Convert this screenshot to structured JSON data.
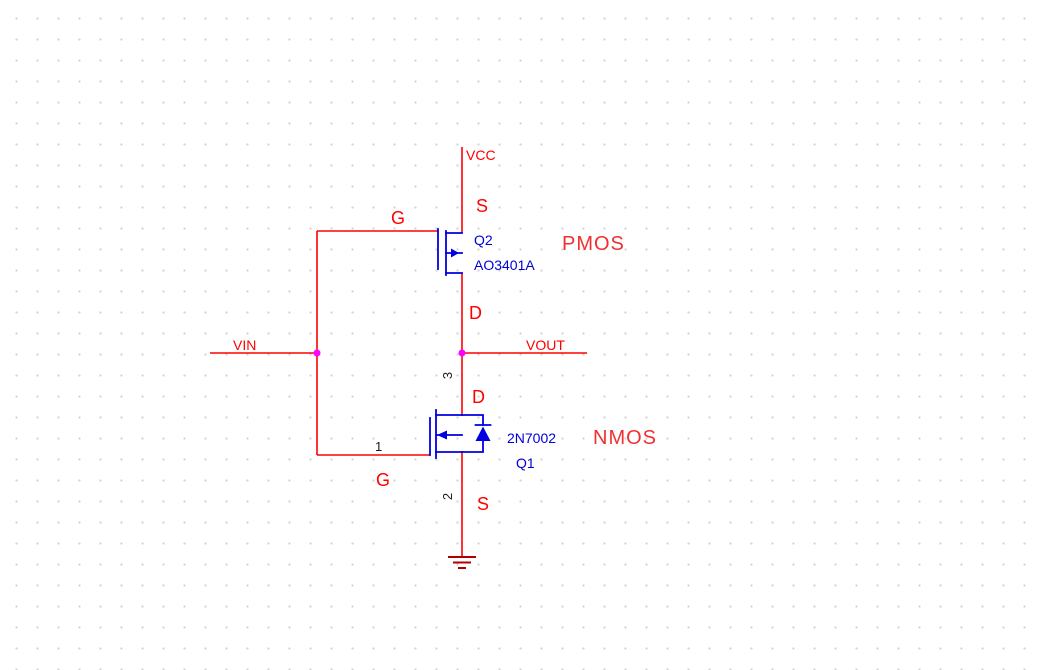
{
  "diagram": {
    "kind": "circuit-schematic",
    "nets": {
      "vcc": "VCC",
      "vin": "VIN",
      "vout": "VOUT"
    },
    "components": [
      {
        "refdes": "Q2",
        "part": "AO3401A",
        "type": "PMOS",
        "pins": {
          "source": "S",
          "gate": "G",
          "drain": "D"
        }
      },
      {
        "refdes": "Q1",
        "part": "2N7002",
        "type": "NMOS",
        "pins": {
          "drain": "D",
          "gate": "G",
          "source": "S"
        },
        "pin_numbers": {
          "gate": "1",
          "source": "2",
          "drain": "3"
        }
      }
    ],
    "colors": {
      "wire": "#ff0000",
      "symbol": "#0000e0",
      "net_label": "#ff0000",
      "component_label": "#0000d8",
      "type_label": "#f03030",
      "junction": "#ff00ff",
      "ground": "#b00000",
      "pin_number": "#1a1a1a",
      "grid_dot": "#d2d2d2",
      "background": "#ffffff"
    }
  }
}
